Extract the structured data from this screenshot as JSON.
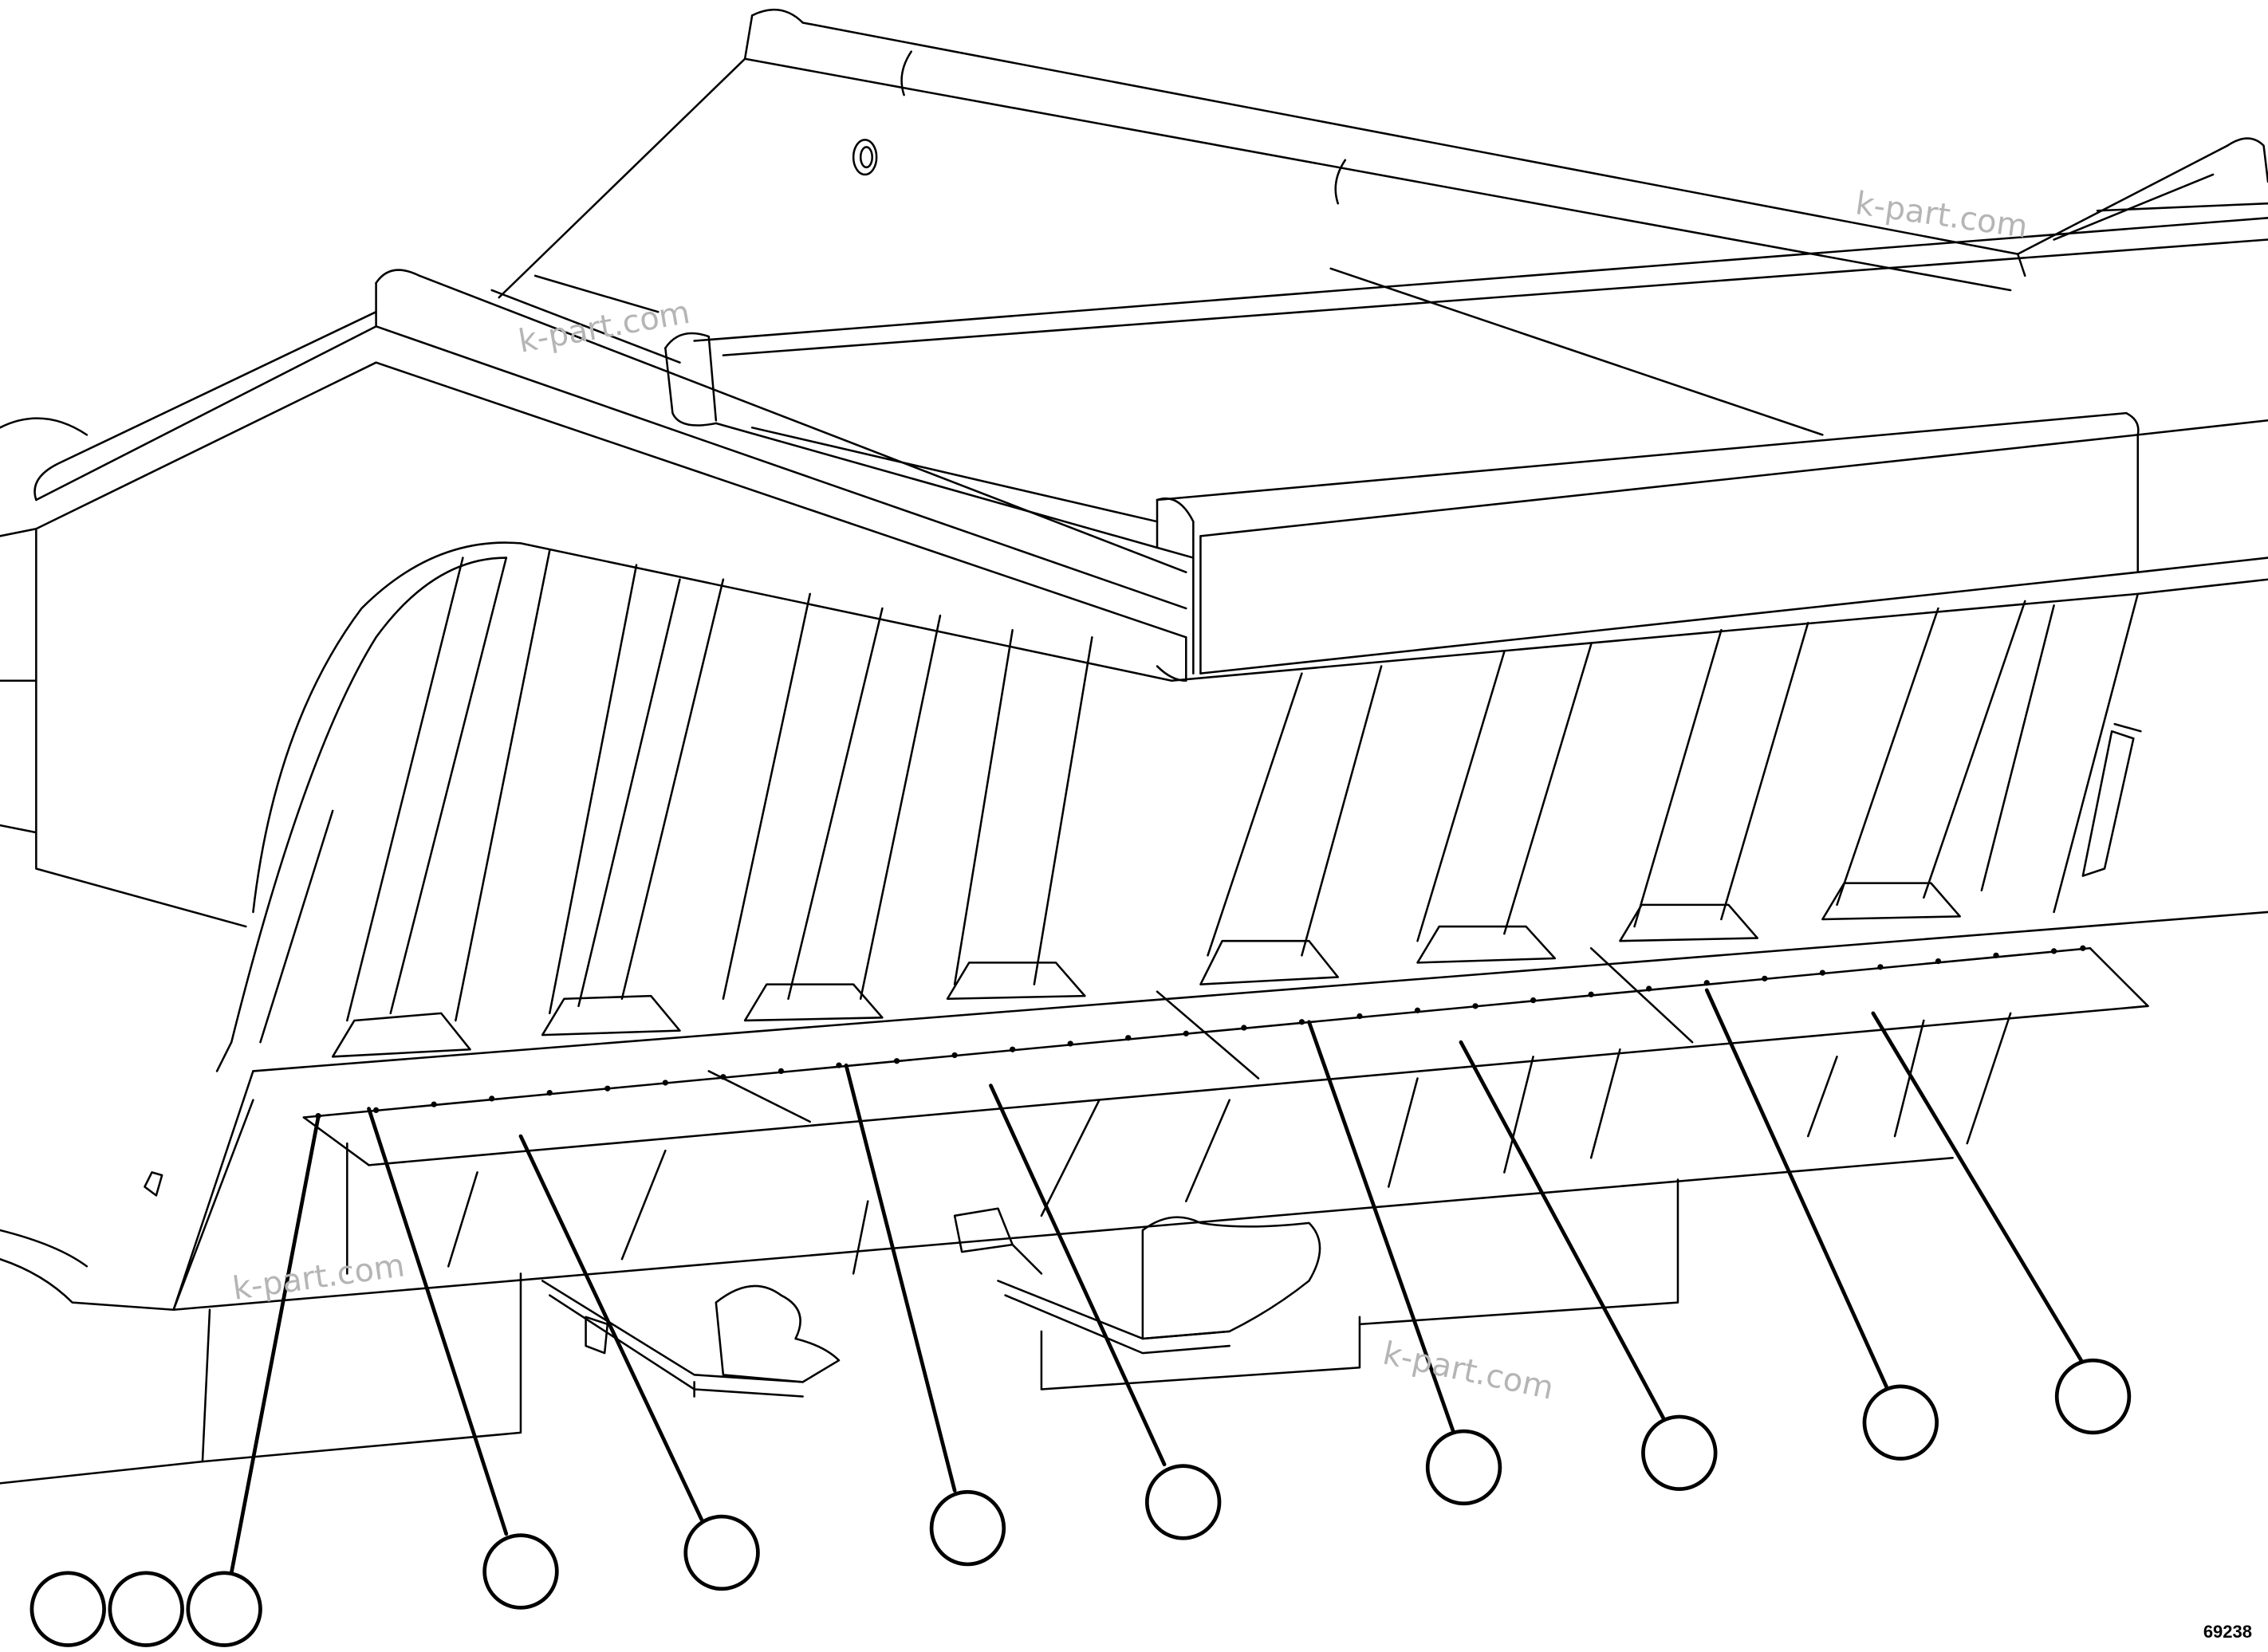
{
  "diagram": {
    "figure_number": "69238",
    "watermarks": [
      "k-part.com",
      "k-part.com",
      "k-part.com",
      "k-part.com"
    ],
    "callouts": [
      "",
      "",
      "",
      "",
      "",
      "",
      "",
      "",
      "",
      "",
      "",
      ""
    ]
  }
}
